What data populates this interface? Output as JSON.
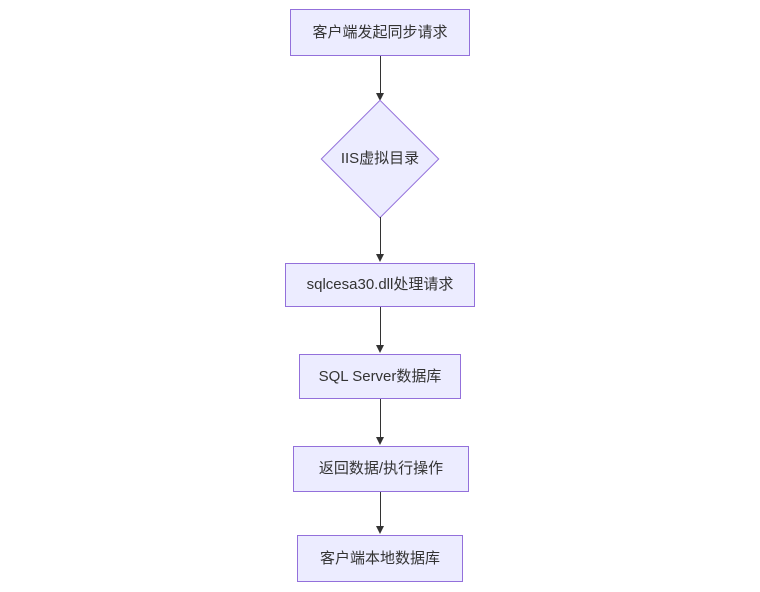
{
  "diagram": {
    "type": "flowchart",
    "direction": "top-down",
    "colors": {
      "node_fill": "#ECECFF",
      "node_border": "#9370DB",
      "text": "#333333",
      "edge": "#333333",
      "background": "#ffffff"
    },
    "nodes": [
      {
        "id": "client-request",
        "shape": "rect",
        "label": "客户端发起同步请求"
      },
      {
        "id": "iis-vdir",
        "shape": "diamond",
        "label": "IIS虚拟目录"
      },
      {
        "id": "sqlcesa-dll",
        "shape": "rect",
        "label": "sqlcesa30.dll处理请求"
      },
      {
        "id": "sql-server-db",
        "shape": "rect",
        "label": "SQL Server数据库"
      },
      {
        "id": "return-data",
        "shape": "rect",
        "label": "返回数据/执行操作"
      },
      {
        "id": "client-local-db",
        "shape": "rect",
        "label": "客户端本地数据库"
      }
    ],
    "edges": [
      {
        "from": "client-request",
        "to": "iis-vdir"
      },
      {
        "from": "iis-vdir",
        "to": "sqlcesa-dll"
      },
      {
        "from": "sqlcesa-dll",
        "to": "sql-server-db"
      },
      {
        "from": "sql-server-db",
        "to": "return-data"
      },
      {
        "from": "return-data",
        "to": "client-local-db"
      }
    ]
  }
}
